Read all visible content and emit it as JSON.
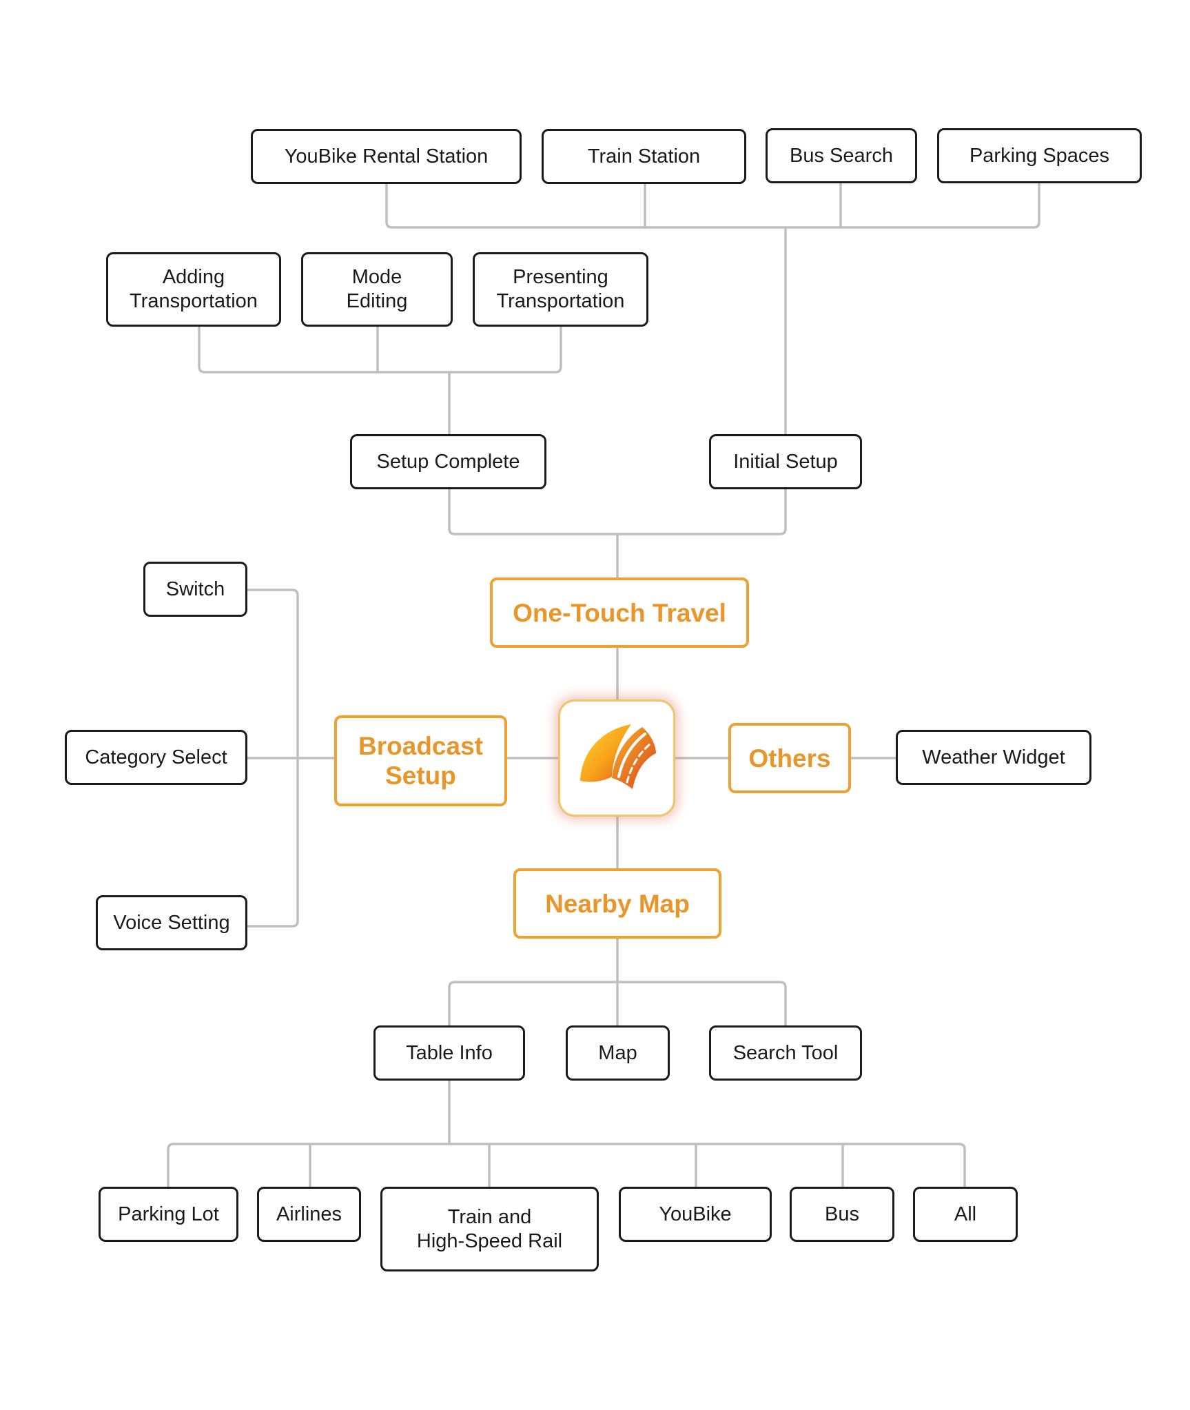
{
  "colors": {
    "accent": "#f0a030",
    "accent_text": "#e8962a",
    "node_border": "#1a1a1a",
    "connector": "#bfbfbf",
    "background": "#ffffff"
  },
  "center": {
    "icon": "travel-road-logo-icon"
  },
  "main_nodes": {
    "one_touch_travel": "One-Touch Travel",
    "broadcast_setup": "Broadcast\nSetup",
    "others": "Others",
    "nearby_map": "Nearby Map"
  },
  "one_touch_travel": {
    "setup_complete": "Setup Complete",
    "initial_setup": "Initial Setup",
    "setup_complete_children": [
      "Adding\nTransportation",
      "Mode\nEditing",
      "Presenting\nTransportation"
    ],
    "initial_setup_children": [
      "YouBike Rental Station",
      "Train Station",
      "Bus Search",
      "Parking Spaces"
    ]
  },
  "broadcast_setup": {
    "children": [
      "Switch",
      "Category Select",
      "Voice Setting"
    ]
  },
  "others": {
    "children": [
      "Weather Widget"
    ]
  },
  "nearby_map": {
    "children": [
      "Table Info",
      "Map",
      "Search Tool"
    ],
    "table_info_children": [
      "Parking Lot",
      "Airlines",
      "Train and\nHigh-Speed Rail",
      "YouBike",
      "Bus",
      "All"
    ]
  }
}
